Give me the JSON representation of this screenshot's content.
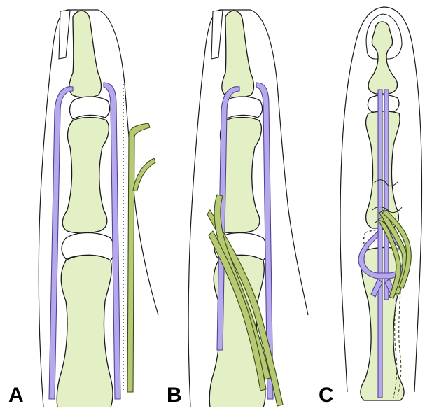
{
  "figure": {
    "panels": [
      {
        "label": "A"
      },
      {
        "label": "B"
      },
      {
        "label": "C"
      }
    ]
  },
  "colors": {
    "bone_fill": "#e3efc4",
    "tendon_purple": "#b7a8ee",
    "tendon_purple_stroke": "#4f4490",
    "graft_green": "#b6ca74",
    "graft_green_stroke": "#3c4a18",
    "outline": "#1a1a1a",
    "joint_fill": "#ffffff"
  }
}
